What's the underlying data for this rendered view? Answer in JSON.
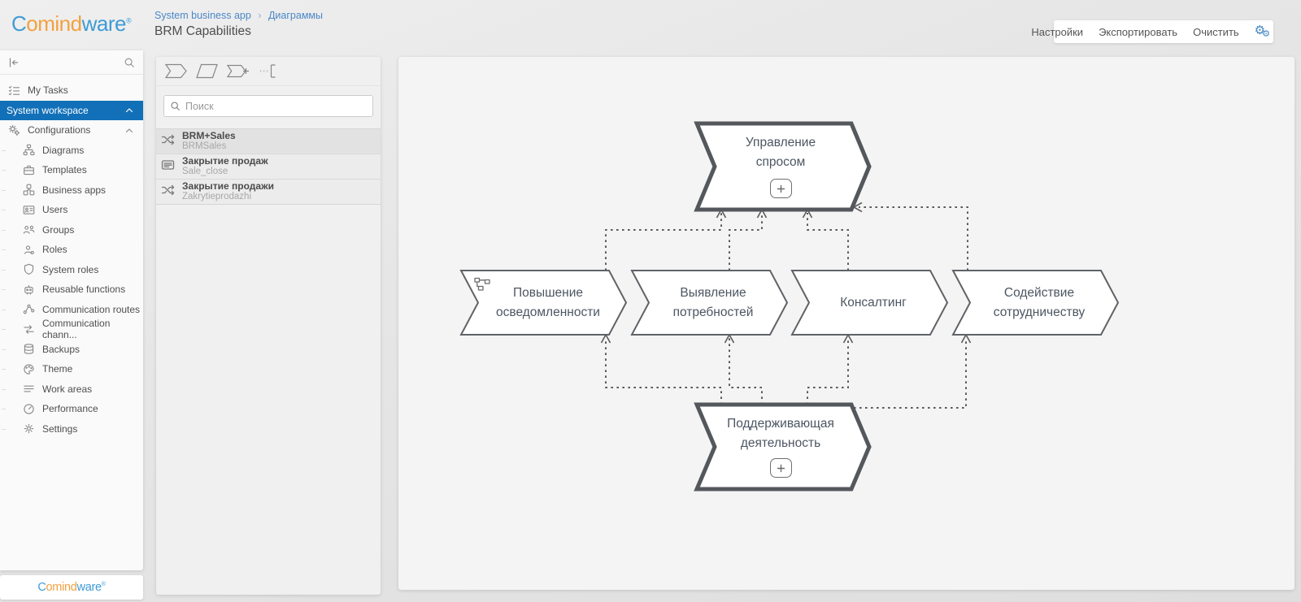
{
  "brand": {
    "c": "C",
    "mid": "omind",
    "end": "ware",
    "reg": "®"
  },
  "header": {
    "breadcrumb": [
      "System business app",
      "Диаграммы"
    ],
    "breadcrumb_separator": "›",
    "title": "BRM Capabilities",
    "actions": [
      "Настройки",
      "Экспортировать",
      "Очистить"
    ],
    "system_gears_icon": "⚙"
  },
  "sidebar": {
    "items": [
      {
        "label": "My Tasks",
        "icon": "tasks-icon"
      },
      {
        "label": "System workspace",
        "icon": null,
        "selected": true,
        "expanded": true
      },
      {
        "label": "Configurations",
        "icon": "gears-icon",
        "expanded": true
      },
      {
        "label": "Diagrams",
        "icon": "diagram-icon"
      },
      {
        "label": "Templates",
        "icon": "briefcase-icon"
      },
      {
        "label": "Business apps",
        "icon": "apps-icon"
      },
      {
        "label": "Users",
        "icon": "id-card-icon"
      },
      {
        "label": "Groups",
        "icon": "people-icon"
      },
      {
        "label": "Roles",
        "icon": "person-icon"
      },
      {
        "label": "System roles",
        "icon": "shield-icon"
      },
      {
        "label": "Reusable functions",
        "icon": "robot-icon"
      },
      {
        "label": "Communication routes",
        "icon": "nodes-icon"
      },
      {
        "label": "Communication chann...",
        "icon": "arrows-icon"
      },
      {
        "label": "Backups",
        "icon": "database-icon"
      },
      {
        "label": "Theme",
        "icon": "palette-icon"
      },
      {
        "label": "Work areas",
        "icon": "lines-icon"
      },
      {
        "label": "Performance",
        "icon": "gauge-icon"
      },
      {
        "label": "Settings",
        "icon": "gear-icon"
      }
    ]
  },
  "palette": {
    "search_placeholder": "Поиск",
    "tool_icons": [
      "chevron-shape-icon",
      "parallelogram-shape-icon",
      "chevron-plus-shape-icon",
      "text-bracket-icon"
    ],
    "items": [
      {
        "title": "BRM+Sales",
        "subtitle": "BRMSales",
        "icon": "shuffle-icon"
      },
      {
        "title": "Закрытие продаж",
        "subtitle": "Sale_close",
        "icon": "card-icon"
      },
      {
        "title": "Закрытие продажи",
        "subtitle": "Zakrytieprodazhi",
        "icon": "shuffle-icon"
      }
    ]
  },
  "diagram": {
    "nodes": [
      {
        "id": "demand",
        "lines": [
          "Управление",
          "спросом"
        ],
        "style": "thick",
        "has_expand": true
      },
      {
        "id": "awareness",
        "lines": [
          "Повышение",
          "осведомленности"
        ],
        "style": "thin",
        "has_child_indicator": true
      },
      {
        "id": "needs",
        "lines": [
          "Выявление",
          "потребностей"
        ],
        "style": "thin"
      },
      {
        "id": "consulting",
        "lines": [
          "Консалтинг",
          ""
        ],
        "style": "thin"
      },
      {
        "id": "cooperation",
        "lines": [
          "Содействие",
          "сотрудничеству"
        ],
        "style": "thin"
      },
      {
        "id": "support",
        "lines": [
          "Поддерживающая",
          "деятельность"
        ],
        "style": "thick",
        "has_expand": true
      }
    ],
    "connections": [
      {
        "from": "awareness",
        "to": "demand"
      },
      {
        "from": "needs",
        "to": "demand"
      },
      {
        "from": "consulting",
        "to": "demand"
      },
      {
        "from": "cooperation",
        "to": "demand"
      },
      {
        "from": "support",
        "to": "awareness"
      },
      {
        "from": "support",
        "to": "needs"
      },
      {
        "from": "support",
        "to": "consulting"
      },
      {
        "from": "support",
        "to": "cooperation"
      }
    ]
  },
  "footer": {
    "c": "C",
    "mid": "omind",
    "end": "ware",
    "reg": "®"
  },
  "colors": {
    "accent_blue": "#1270b8",
    "link_blue": "#4a87c7",
    "logo_blue": "#3e9bd6",
    "logo_orange": "#f2a140",
    "shape_border": "#54585c",
    "connector_gray": "#5b5b5b",
    "canvas_bg": "#f4f4f4"
  }
}
